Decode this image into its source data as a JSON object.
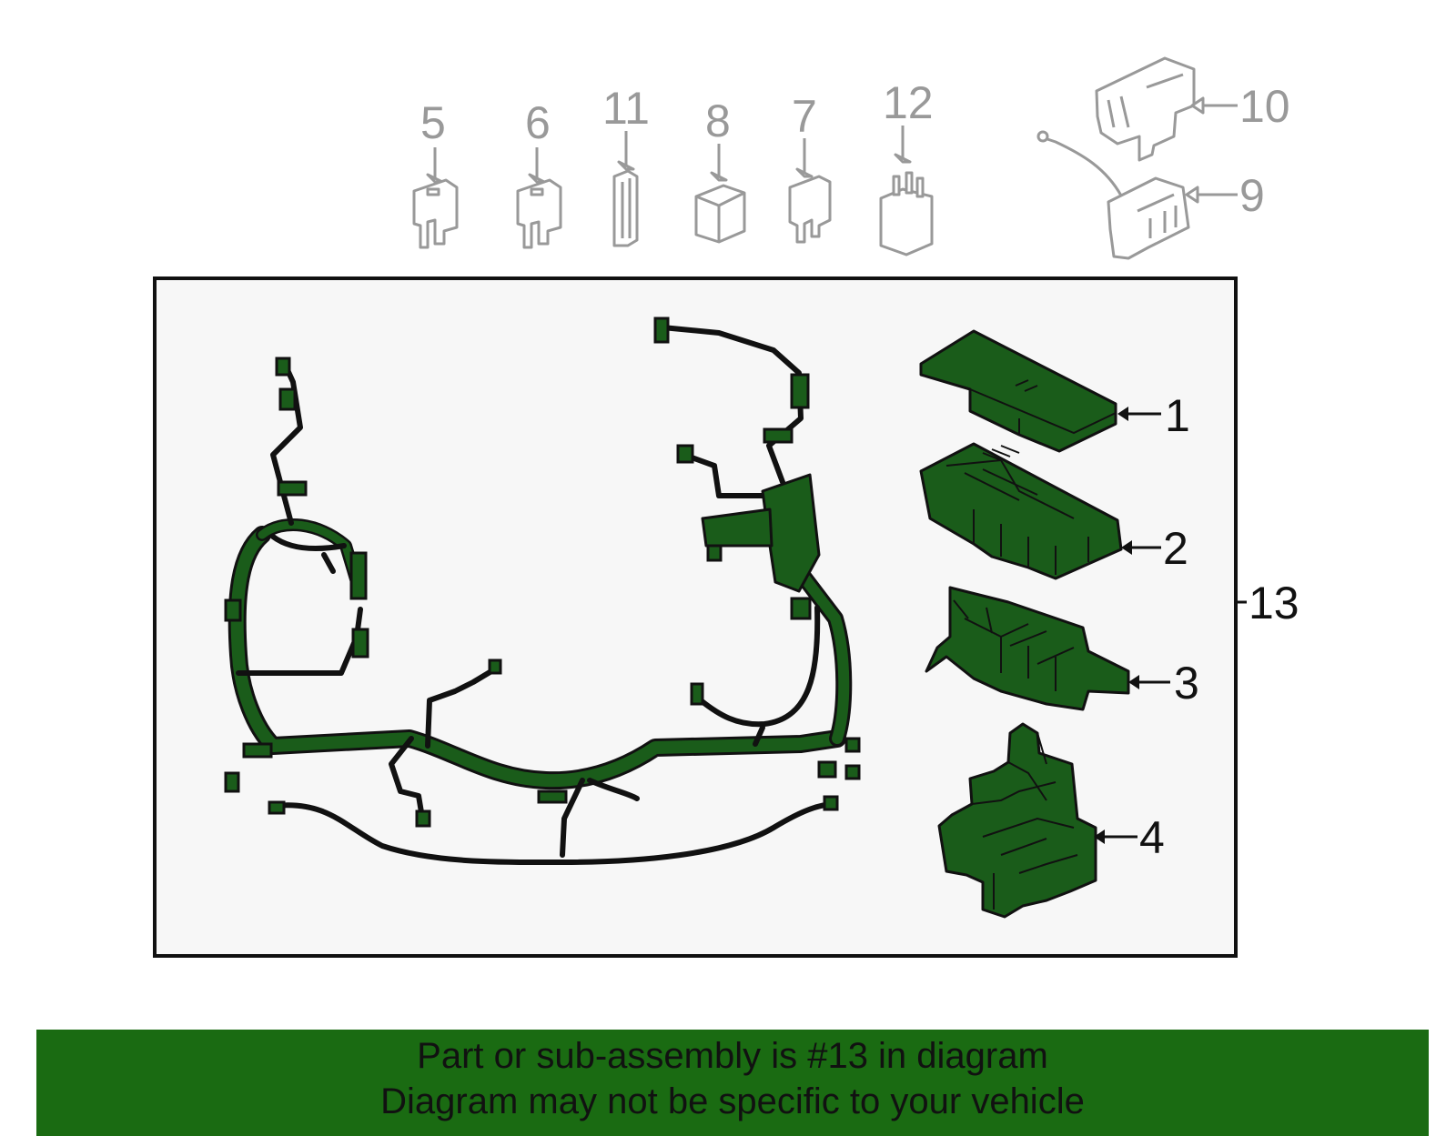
{
  "colors": {
    "accent_green": "#1a6b12",
    "part_green": "#1a5c1a",
    "callout_gray": "#999999",
    "outline": "#111111"
  },
  "callouts": {
    "top": [
      "5",
      "6",
      "11",
      "8",
      "7",
      "12",
      "10",
      "9"
    ],
    "side": [
      "1",
      "2",
      "3",
      "4"
    ],
    "assembly": "13"
  },
  "banner": {
    "line1": "Part or sub-assembly is #13 in diagram",
    "line2": "Diagram may not be specific to your vehicle"
  }
}
